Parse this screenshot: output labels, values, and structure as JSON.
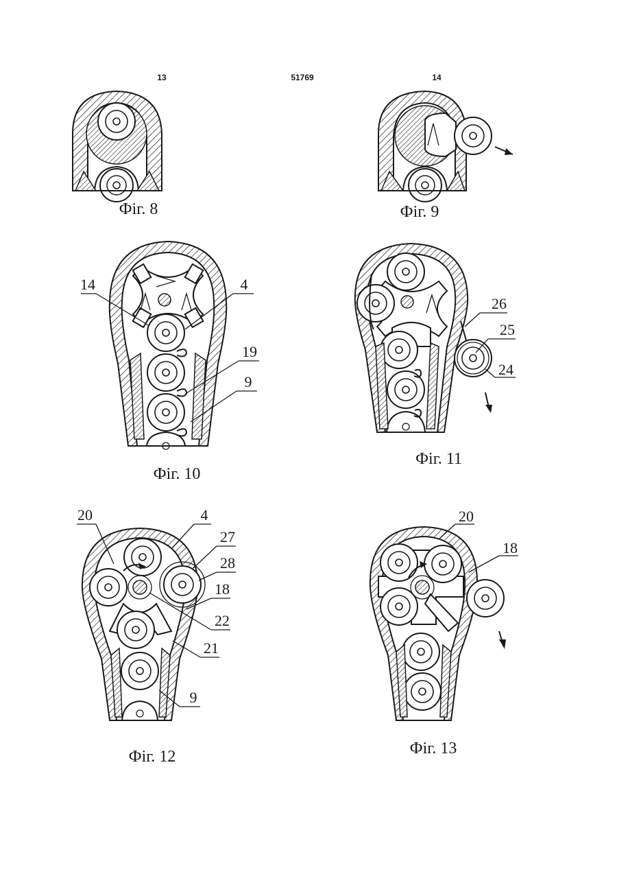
{
  "header": {
    "page_left": "13",
    "patent_number": "51769",
    "page_right": "14"
  },
  "figures": {
    "fig8": {
      "caption": "Фіг. 8"
    },
    "fig9": {
      "caption": "Фіг. 9"
    },
    "fig10": {
      "caption": "Фіг. 10",
      "labels": [
        "14",
        "4",
        "19",
        "9"
      ]
    },
    "fig11": {
      "caption": "Фіг. 11",
      "labels": [
        "26",
        "25",
        "24"
      ]
    },
    "fig12": {
      "caption": "Фіг. 12",
      "labels": [
        "20",
        "4",
        "27",
        "28",
        "18",
        "22",
        "21",
        "9"
      ]
    },
    "fig13": {
      "caption": "Фіг. 13",
      "labels": [
        "20",
        "18"
      ]
    }
  }
}
